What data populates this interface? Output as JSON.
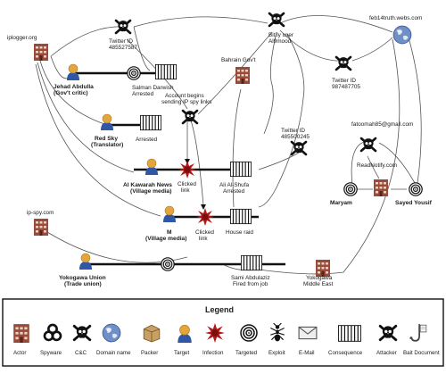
{
  "nodes": {
    "iplogger": "iplogger.org",
    "twitter_1": "Twitter ID",
    "twitter_1_id": "485527587",
    "bitly_1": "Bit.ly user",
    "bitly_2": "Al9mood",
    "feb14": "feb14truth.webs.com",
    "twitter_2": "Twitter ID",
    "twitter_2_id": "987487705",
    "bahrain_gov": "Bahrain Gov't",
    "jehad_1": "Jehad Abdulla",
    "jehad_2": "(Gov't critic)",
    "salman_1": "Salman Darwish",
    "salman_2": "Arrested",
    "account_1": "Account begins",
    "account_2": "sending IP spy links",
    "redsky_1": "Red Sky",
    "redsky_2": "(Translator)",
    "arrested": "Arrested",
    "twitter_3": "Twitter ID",
    "twitter_3_id": "485500245",
    "fatoomah": "fatoomah85@gmail.com",
    "kawarah_1": "Al Kawarah News",
    "kawarah_2": "(Village media)",
    "clicked_1a": "Clicked",
    "clicked_1b": "link",
    "ali_1": "Ali Al-Shufa",
    "ali_2": "Arrested",
    "readnotify": "ReadNotify.com",
    "m_1": "M",
    "m_2": "(Village media)",
    "clicked_2a": "Clicked",
    "clicked_2b": "link",
    "house_raid": "House raid",
    "maryam": "Maryam",
    "sayed": "Sayed Yousif",
    "ipspy": "ip-spy.com",
    "yoko_1": "Yokogawa Union",
    "yoko_2": "(Trade union)",
    "sami_1": "Sami Abdulaziz",
    "sami_2": "Fired from job",
    "yokome_1": "Yokogawa",
    "yokome_2": "Middle East"
  },
  "legend": {
    "title": "Legend",
    "items": [
      "Actor",
      "Spyware",
      "C&C",
      "Domain name",
      "Packer",
      "Target",
      "Infection",
      "Targeted",
      "Exploit",
      "E-Mail",
      "Consequence",
      "Attacker",
      "Bait Document"
    ]
  },
  "colors": {
    "actor_body": "#2f57a6",
    "actor_head": "#e3a63c",
    "infection": "#b01818",
    "building": "#9a4a38",
    "globe": "#6f8fc8"
  }
}
